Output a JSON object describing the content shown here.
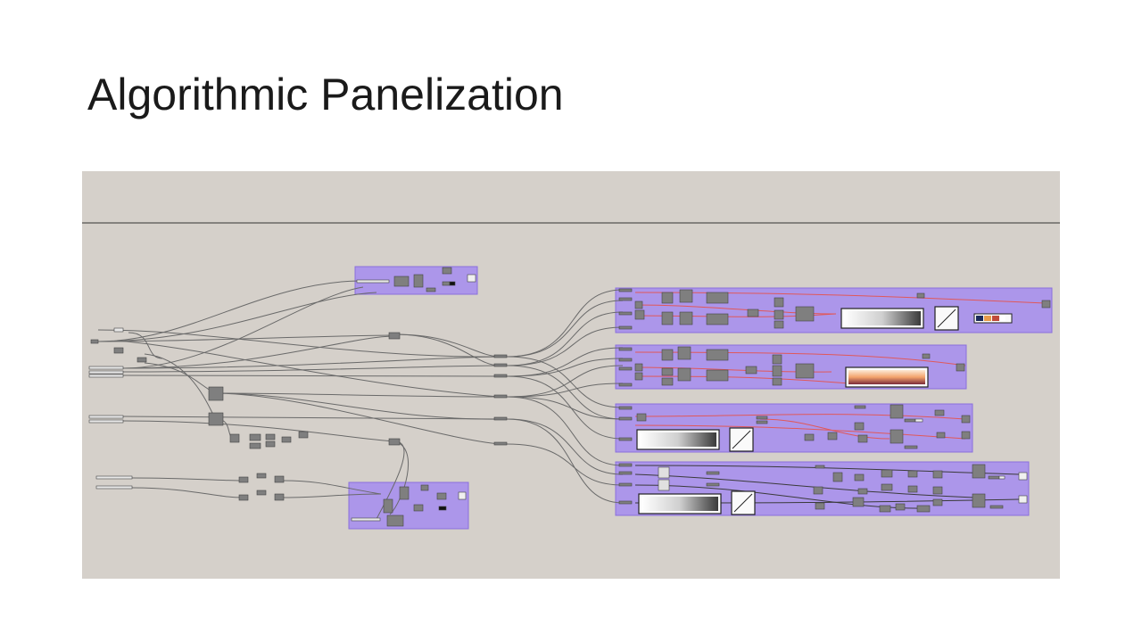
{
  "slide": {
    "title": "Algorithmic Panelization"
  },
  "canvas": {
    "description_colors": {
      "background": "#d5d0ca",
      "group_fill": "#a58cf0",
      "wire": "#6a6a6a",
      "wire_highlight": "#e0585a",
      "node": "#7f7f7f"
    },
    "groups": [
      {
        "name": "input-group-top",
        "icon": "gradient-none"
      },
      {
        "name": "input-group-bottom",
        "icon": "gradient-none"
      },
      {
        "name": "panel-group-1",
        "icon": "gradient-grey"
      },
      {
        "name": "panel-group-2",
        "icon": "gradient-warm"
      },
      {
        "name": "panel-group-3",
        "icon": "gradient-grey"
      },
      {
        "name": "panel-group-4",
        "icon": "gradient-grey"
      }
    ]
  }
}
